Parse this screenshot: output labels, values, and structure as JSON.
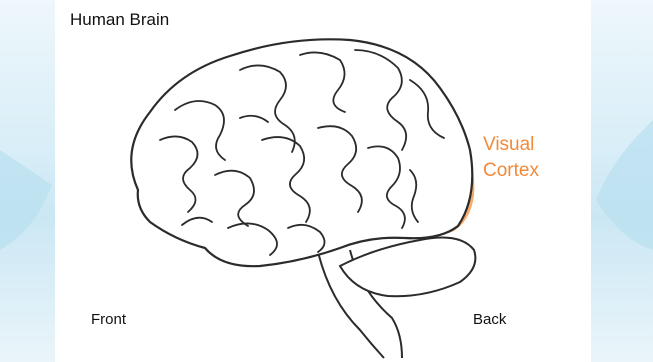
{
  "title": "Human Brain",
  "labels": {
    "front": "Front",
    "back": "Back",
    "highlight_line1": "Visual",
    "highlight_line2": "Cortex"
  },
  "colors": {
    "highlight": "#f28a3a",
    "outline": "#2b2b2b",
    "side_tint": "#cbe7f4"
  }
}
